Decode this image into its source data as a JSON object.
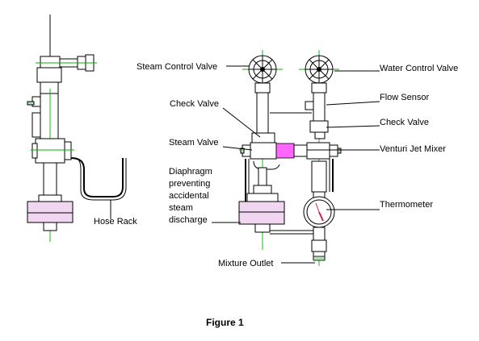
{
  "labels": {
    "steam_control_valve": "Steam Control Valve",
    "water_control_valve": "Water Control Valve",
    "flow_sensor": "Flow Sensor",
    "check_valve_left": "Check Valve",
    "check_valve_right": "Check Valve",
    "steam_valve": "Steam Valve",
    "venturi_jet_mixer": "Venturi Jet Mixer",
    "diaphragm_line1": "Diaphragm",
    "diaphragm_line2": "preventing",
    "diaphragm_line3": "accidental",
    "diaphragm_line4": "steam",
    "diaphragm_line5": "discharge",
    "thermometer": "Thermometer",
    "hose_rack": "Hose Rack",
    "mixture_outlet": "Mixture Outlet"
  },
  "caption": "Figure 1",
  "colors": {
    "centerline": "#00b000",
    "highlight": "#ff66ff",
    "base_tint": "#f1d6f1",
    "gauge_needle": "#cc2255"
  }
}
